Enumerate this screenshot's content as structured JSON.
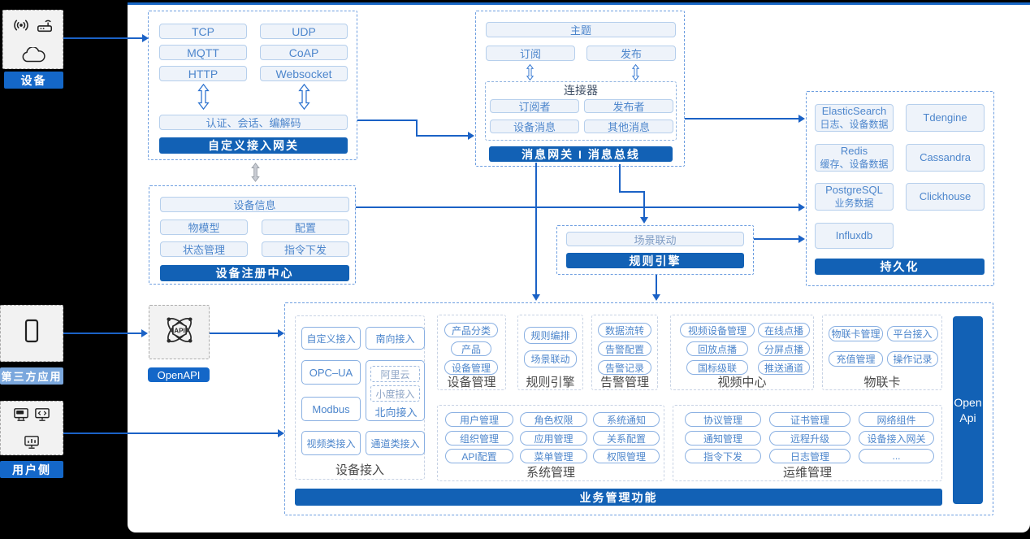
{
  "colors": {
    "primary": "#1261b5",
    "accent_light": "#7aa7dd",
    "line": "#1b62c6",
    "chip_text": "#4d86cc"
  },
  "sources": {
    "device": {
      "label": "设备"
    },
    "third_party": {
      "label": "第三方应用"
    },
    "user_side": {
      "label": "用户侧"
    }
  },
  "custom_gateway": {
    "protocols": [
      "TCP",
      "UDP",
      "MQTT",
      "CoAP",
      "HTTP",
      "Websocket"
    ],
    "auth": "认证、会话、编解码",
    "title": "自定义接入网关"
  },
  "message_bus": {
    "topic": "主题",
    "subscribe": "订阅",
    "publish": "发布",
    "connector": {
      "title": "连接器",
      "items": [
        "订阅者",
        "发布者",
        "设备消息",
        "其他消息"
      ]
    },
    "title": "消息网关 I 消息总线"
  },
  "persistence": {
    "stores": [
      {
        "name": "ElasticSearch",
        "desc": "日志、设备数据"
      },
      {
        "name": "Tdengine",
        "desc": ""
      },
      {
        "name": "Redis",
        "desc": "缓存、设备数据"
      },
      {
        "name": "Cassandra",
        "desc": ""
      },
      {
        "name": "PostgreSQL",
        "desc": "业务数据"
      },
      {
        "name": "Clickhouse",
        "desc": ""
      },
      {
        "name": "Influxdb",
        "desc": ""
      }
    ],
    "title": "持久化"
  },
  "registry": {
    "info": "设备信息",
    "items": [
      "物模型",
      "配置",
      "状态管理",
      "指令下发"
    ],
    "title": "设备注册中心"
  },
  "rule_engine": {
    "item": "场景联动",
    "title": "规则引擎"
  },
  "openapi": {
    "label": "OpenAPI",
    "icon_text": "API"
  },
  "business": {
    "device_access": {
      "label": "设备接入",
      "row1": [
        "自定义接入",
        "南向接入"
      ],
      "opc": "OPC–UA",
      "modbus": "Modbus",
      "north": {
        "label": "北向接入",
        "subs": [
          "阿里云",
          "小度接入"
        ]
      },
      "row4": [
        "视频类接入",
        "通道类接入"
      ]
    },
    "device_mgmt": {
      "label": "设备管理",
      "items": [
        "产品分类",
        "产品",
        "设备管理"
      ]
    },
    "rule": {
      "label": "规则引擎",
      "items": [
        "规则编排",
        "场景联动"
      ]
    },
    "alarm": {
      "label": "告警管理",
      "items": [
        "数据流转",
        "告警配置",
        "告警记录"
      ]
    },
    "video": {
      "label": "视频中心",
      "items": [
        "视频设备管理",
        "在线点播",
        "回放点播",
        "分屏点播",
        "国标级联",
        "推送通道"
      ]
    },
    "iot_card": {
      "label": "物联卡",
      "items": [
        "物联卡管理",
        "平台接入",
        "充值管理",
        "操作记录"
      ]
    },
    "system": {
      "label": "系统管理",
      "items": [
        "用户管理",
        "角色权限",
        "系统通知",
        "组织管理",
        "应用管理",
        "关系配置",
        "API配置",
        "菜单管理",
        "权限管理"
      ]
    },
    "ops": {
      "label": "运维管理",
      "items": [
        "协议管理",
        "证书管理",
        "网络组件",
        "通知管理",
        "远程升级",
        "设备接入网关",
        "指令下发",
        "日志管理",
        "..."
      ]
    },
    "footer": "业务管理功能",
    "open_api_bar": "Open Api"
  }
}
